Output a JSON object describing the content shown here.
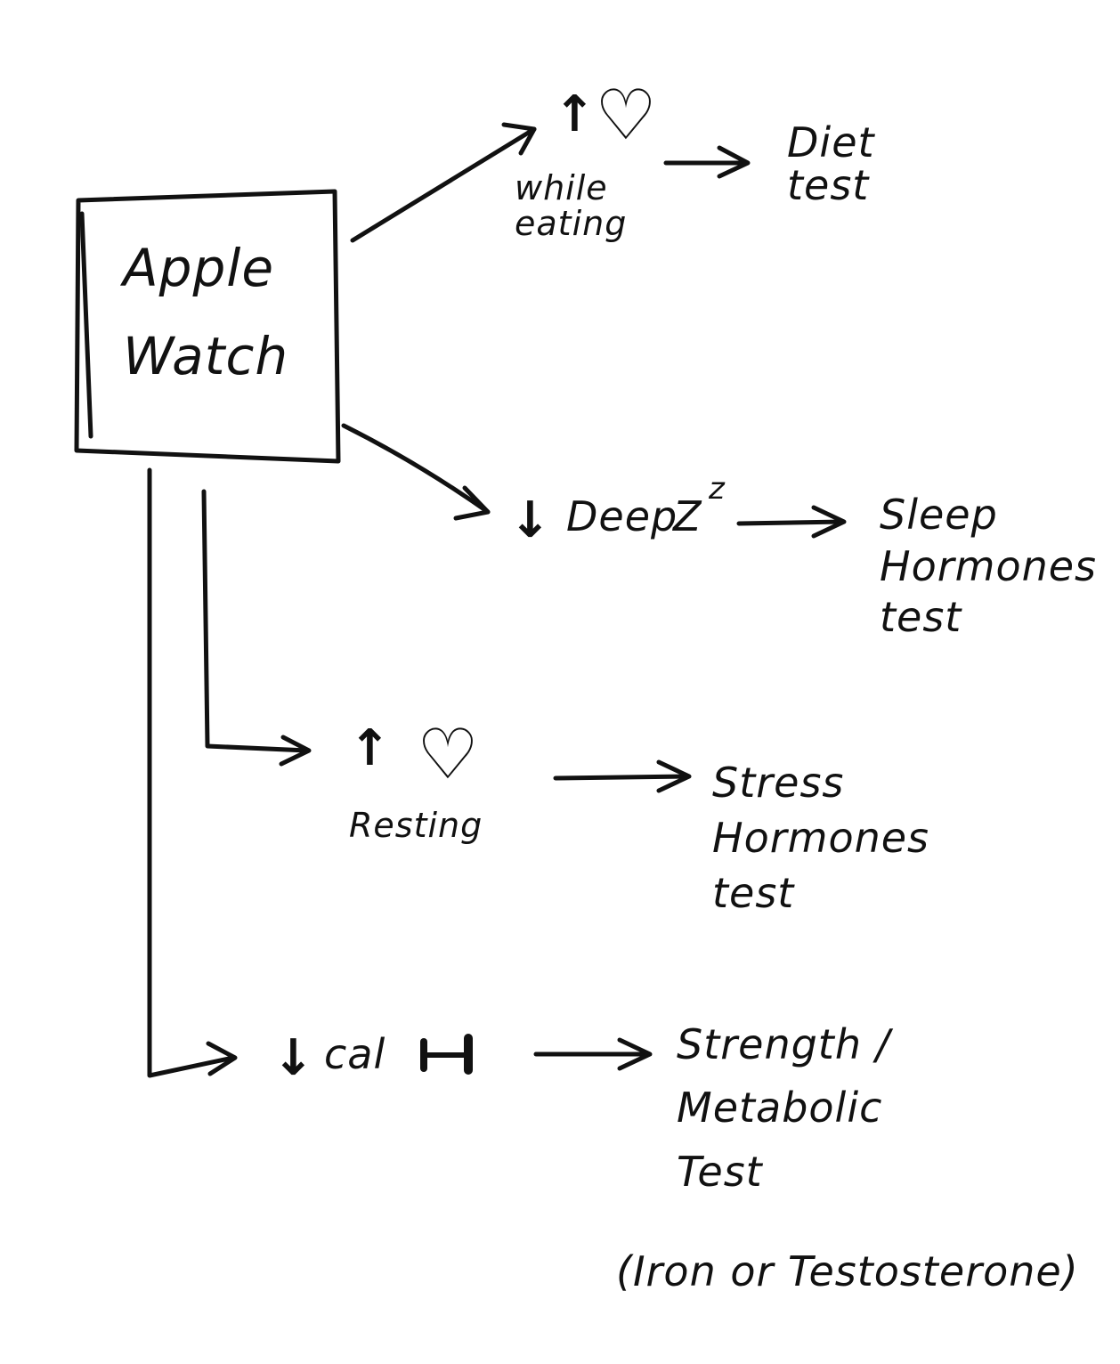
{
  "source": {
    "title": "Apple Watch"
  },
  "branches": [
    {
      "trigger": {
        "arrow": "↑",
        "icon": "heart-icon",
        "note": "while eating"
      },
      "test": "Diet test"
    },
    {
      "trigger": {
        "arrow": "↓",
        "text": "Deep",
        "icon": "sleep-z-icon",
        "z1": "Z",
        "z2": "z"
      },
      "test": "Sleep Hormones test"
    },
    {
      "trigger": {
        "arrow": "↑",
        "icon": "heart-icon",
        "note": "Resting"
      },
      "test": "Stress Hormones test"
    },
    {
      "trigger": {
        "arrow": "↓",
        "text": "cal",
        "icon": "dumbbell-icon"
      },
      "test": "Strength / Metabolic Test",
      "test_note": "(Iron or Testosterone)"
    }
  ],
  "colors": {
    "ink": "#111111",
    "paper": "#ffffff"
  }
}
